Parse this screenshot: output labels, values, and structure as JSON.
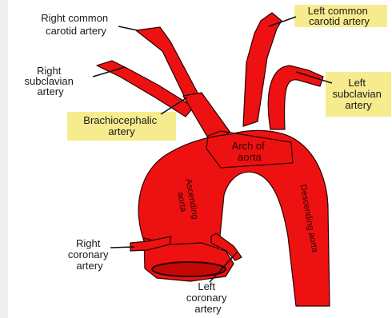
{
  "labels": {
    "right_common_carotid": [
      "Right common",
      "carotid artery"
    ],
    "left_common_carotid": [
      "Left common",
      "carotid artery"
    ],
    "right_subclavian": [
      "Right",
      "subclavian",
      "artery"
    ],
    "left_subclavian": [
      "Left",
      "subclavian",
      "artery"
    ],
    "brachiocephalic": [
      "Brachiocephalic",
      "artery"
    ],
    "arch_of_aorta": [
      "Arch of",
      "aorta"
    ],
    "ascending_aorta": [
      "Ascending",
      "aorta"
    ],
    "descending_aorta": "Descending aorta",
    "right_coronary": [
      "Right",
      "coronary",
      "artery"
    ],
    "left_coronary": [
      "Left",
      "coronary",
      "artery"
    ]
  },
  "colors": {
    "vessel": "#ee1111",
    "vessel_outline": "#2a0000",
    "highlight": "#f6ec8e",
    "leader": "#111111"
  }
}
